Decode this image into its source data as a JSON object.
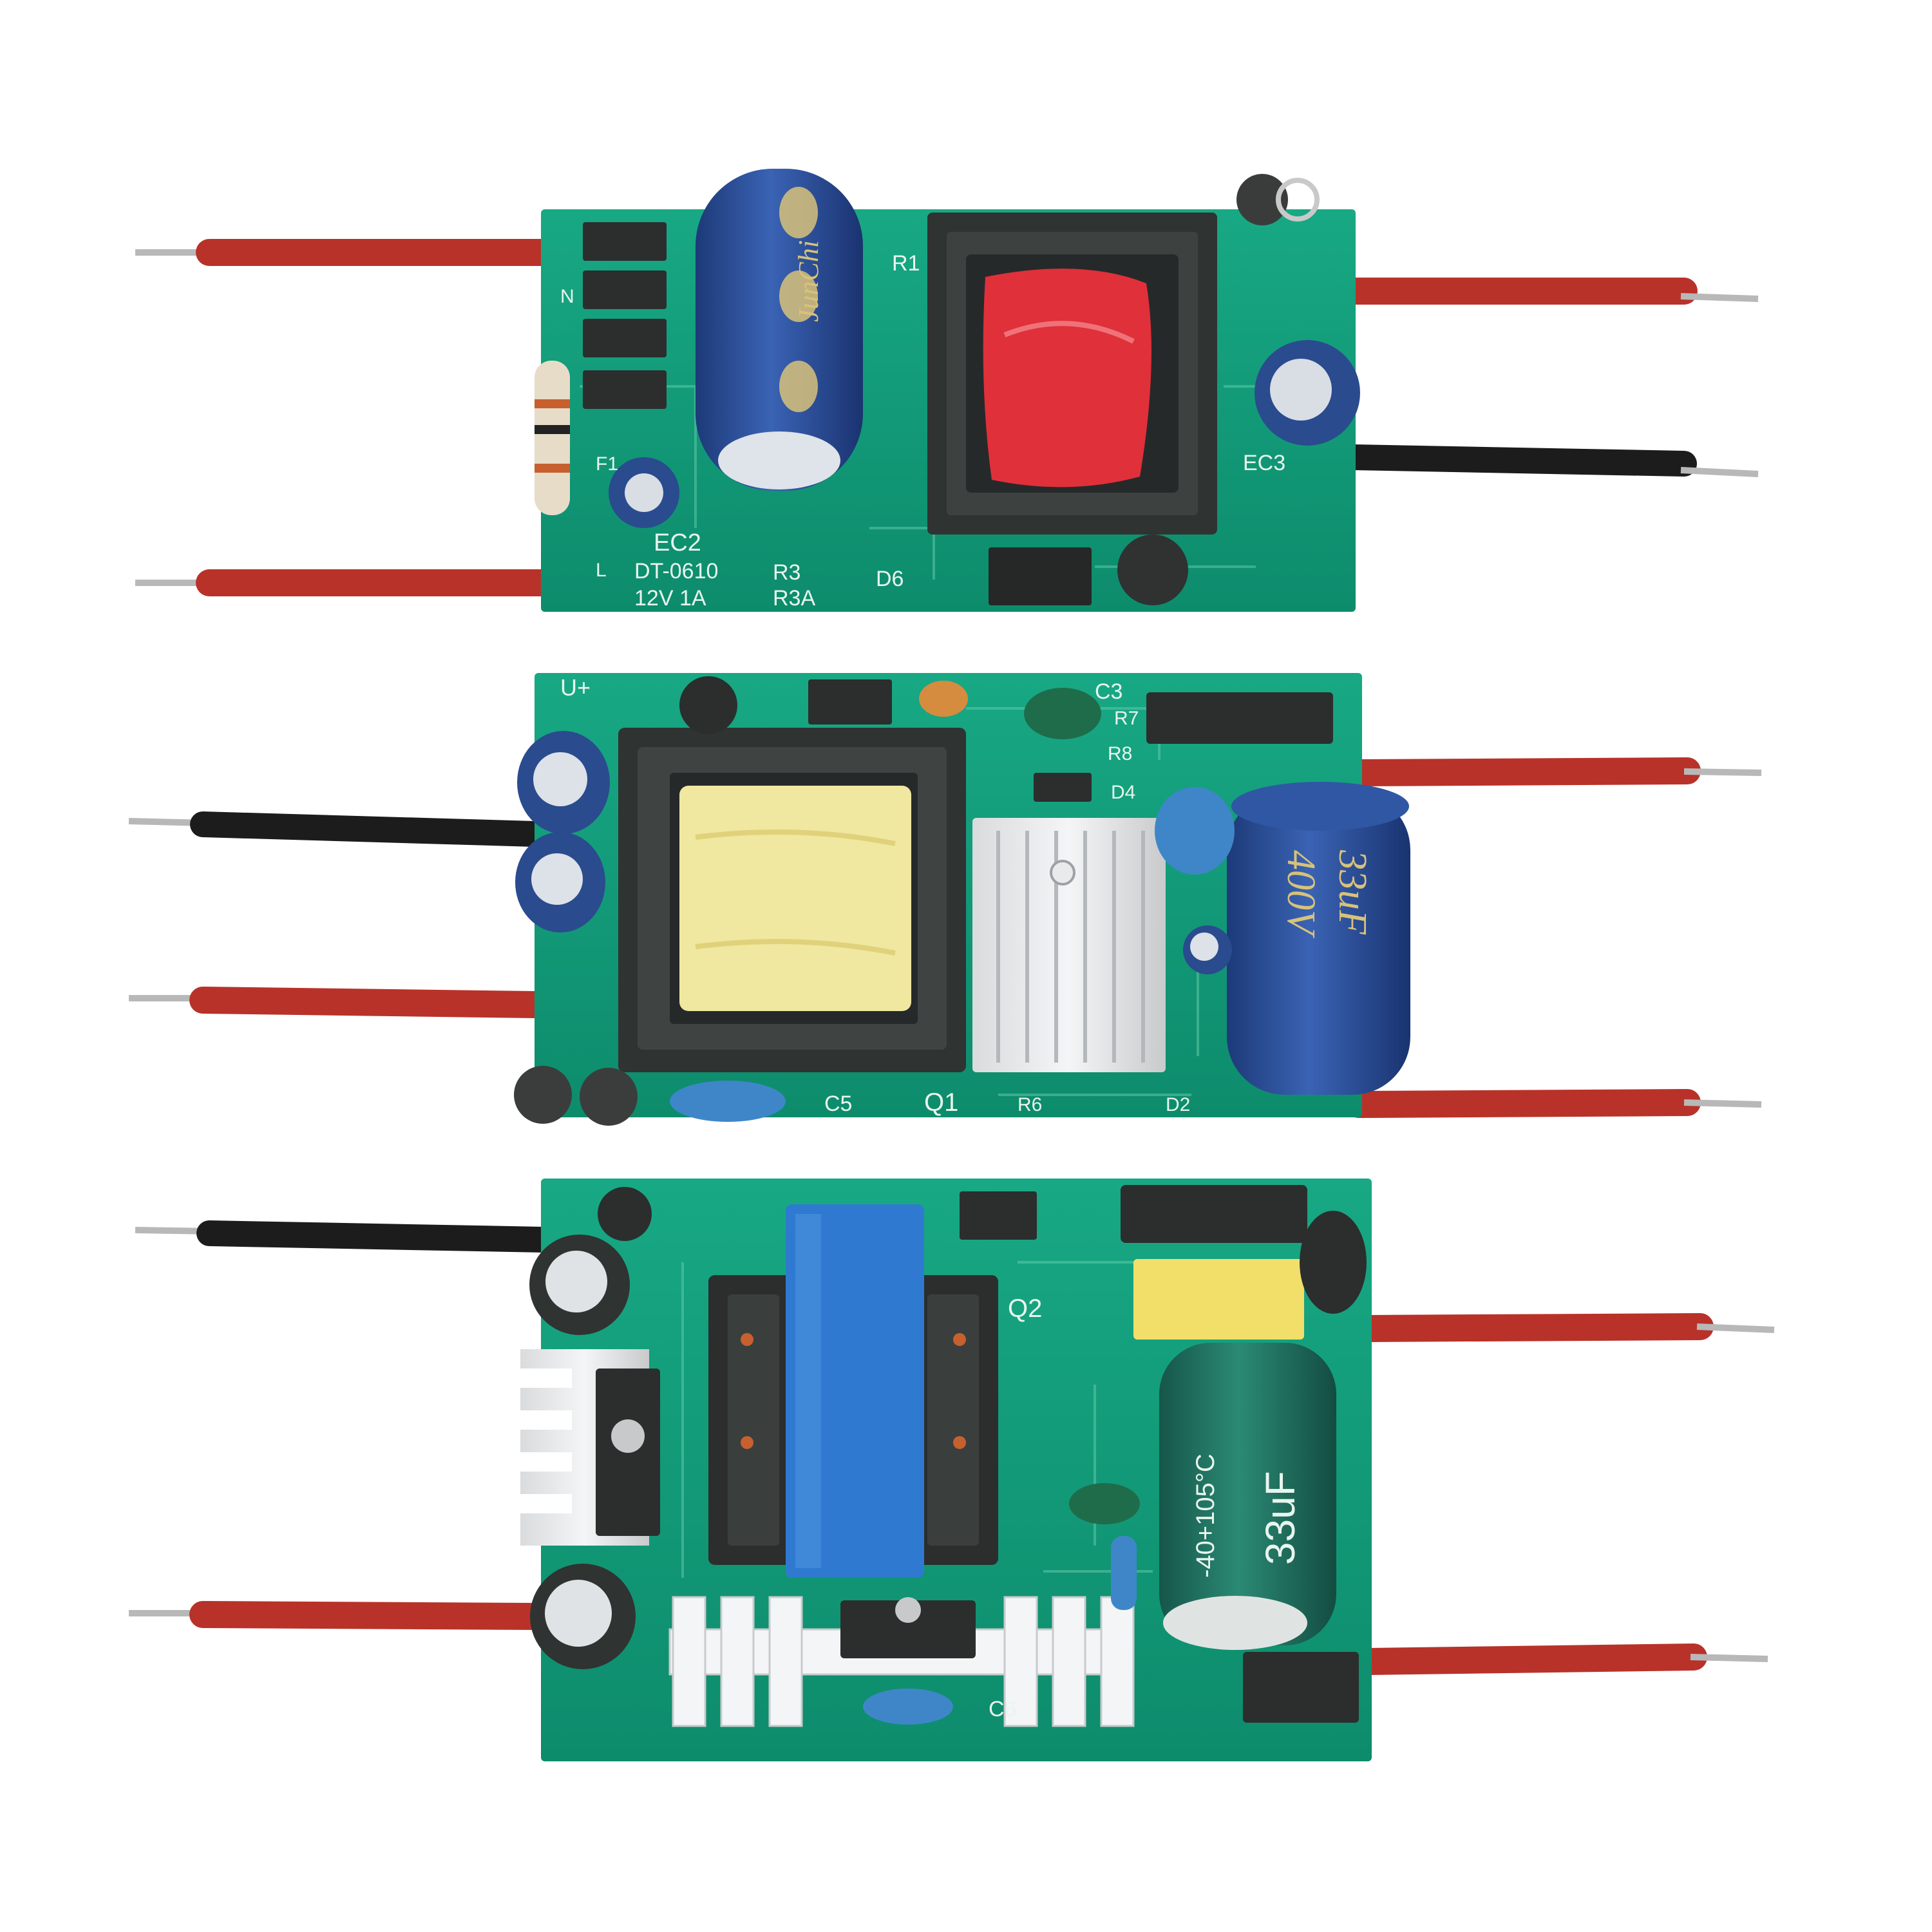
{
  "boards": [
    {
      "silkscreen": {
        "ec2": "EC2",
        "model": "DT-0610",
        "rating": "12V 1A",
        "r3": "R3",
        "r3a": "R3A",
        "d6": "D6",
        "r1": "R1",
        "ec3": "EC3",
        "f1": "F1",
        "l": "L",
        "n": "N"
      },
      "capacitor_brand": "JunChi"
    },
    {
      "silkscreen": {
        "vcc": "U+",
        "c3": "C3",
        "r7": "R7",
        "r8": "R8",
        "d4": "D4",
        "c5": "C5",
        "q1": "Q1",
        "r6": "R6",
        "d2": "D2"
      },
      "capacitor_label": {
        "cap": "33uF",
        "volt": "400V"
      }
    },
    {
      "silkscreen": {
        "q2": "Q2",
        "c6": "C6"
      },
      "capacitor_label": {
        "cap": "33uF",
        "temp": "-40+105°C"
      }
    }
  ],
  "colors": {
    "pcb": "#0e9a78",
    "wire_red": "#b8322a",
    "wire_black": "#1c1c1c",
    "cap_blue": "#2a4b8e",
    "cap_teal": "#1f6b5a",
    "coil_red": "#e0303a",
    "coil_yellow": "#f0e7a0",
    "coil_blue": "#2f7ad0"
  }
}
